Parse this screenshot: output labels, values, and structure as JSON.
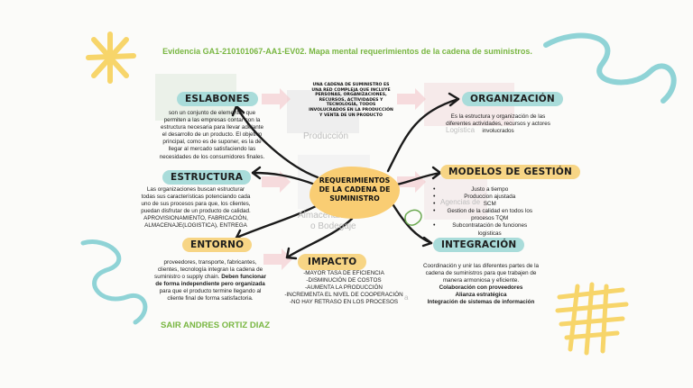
{
  "title": "Evidencia GA1-210101067-AA1-EV02. Mapa mental requerimientos de la cadena de suministros.",
  "author": "SAIR ANDRES ORTIZ DIAZ",
  "center": {
    "label_line1": "REQUERIMIENTOS",
    "label_line2": "DE LA CADENA DE",
    "label_line3": "SUMINISTRO",
    "definition": "UNA CADENA DE SUMINISTRO ES UNA RED COMPLEJA QUE INCLUYE PERSONAS, ORGANIZACIONES, RECURSOS, ACTIVIDADES Y TECNOLOGÍA, TODOS INVOLUCRADOS EN LA PRODUCCIÓN Y VENTA DE UN PRODUCTO"
  },
  "background_words": {
    "produccion": "Producción",
    "logistica": "Logística",
    "almacenamiento1": "Almacenamiento",
    "almacenamiento2": "o Bodegaje",
    "agencias": "Agencias de",
    "stray_a": "a"
  },
  "nodes": {
    "eslabones": {
      "label": "ESLABONES",
      "text": "son un conjunto de elementos que permiten a las empresas contar con la estructura necesaria para llevar adelante el desarrollo de un producto. El objetivo principal, como es de suponer, es la de llegar al mercado satisfaciendo las necesidades de los consumidores finales."
    },
    "estructura": {
      "label": "ESTRUCTURA",
      "text": "Las organizaciones buscan estructurar todas sus características potenciando cada uno de sus procesos para que, los clientes, puedan disfrutar de un producto de calidad. APROVISIONAMIENTO, FABRICACIÓN, ALMACENAJE(LOGISTICA), ENTREGA"
    },
    "entorno": {
      "label": "ENTORNO",
      "text_normal_1": "proveedores, transporte, fabricantes, clientes, tecnología integran la cadena de suministro o supply chain.",
      "text_bold": "Deben funcionar de forma independiente pero organizada",
      "text_normal_2": "para que el producto termine llegando al cliente final de forma satisfactoria."
    },
    "organizacion": {
      "label": "ORGANIZACIÓN",
      "text": "Es la estructura y organización de las diferentes actividades, recursos y actores involucrados"
    },
    "modelos": {
      "label": "MODELOS DE GESTIÓN",
      "items": [
        "Justo a tiempo",
        "Produccion ajustada",
        "SCM",
        "Gestion de la calidad en todos los procesos TQM",
        "Subcontratación de funciones logisticas"
      ]
    },
    "integracion": {
      "label": "INTEGRACIÓN",
      "text": "Coordinación y unir las diferentes partes de la cadena de suministros para que trabajen de manera armoniosa y eficiente.",
      "bold_lines": [
        "Colaboración con proveedores",
        "Alianza estratégica",
        "Integración de sistemas de información"
      ]
    },
    "impacto": {
      "label": "IMPACTO",
      "items": [
        "-MAYOR TASA DE EFICIENCIA",
        "-DISMINUCIÓN DE COSTOS",
        "-AUMENTA LA PRODUCCIÓN",
        "-INCREMENTA EL NIVEL DE COOPERACIÓN",
        "-NO HAY RETRASO EN LOS PROCESOS"
      ]
    }
  },
  "colors": {
    "title_green": "#78b641",
    "pill_teal": "#a9dcda",
    "pill_yellow": "#f7d585",
    "center_yellow": "#f9cd73",
    "deco_yellow": "#f7d56a",
    "deco_teal": "#8fd3d6",
    "arrow": "#1a1a1a"
  }
}
